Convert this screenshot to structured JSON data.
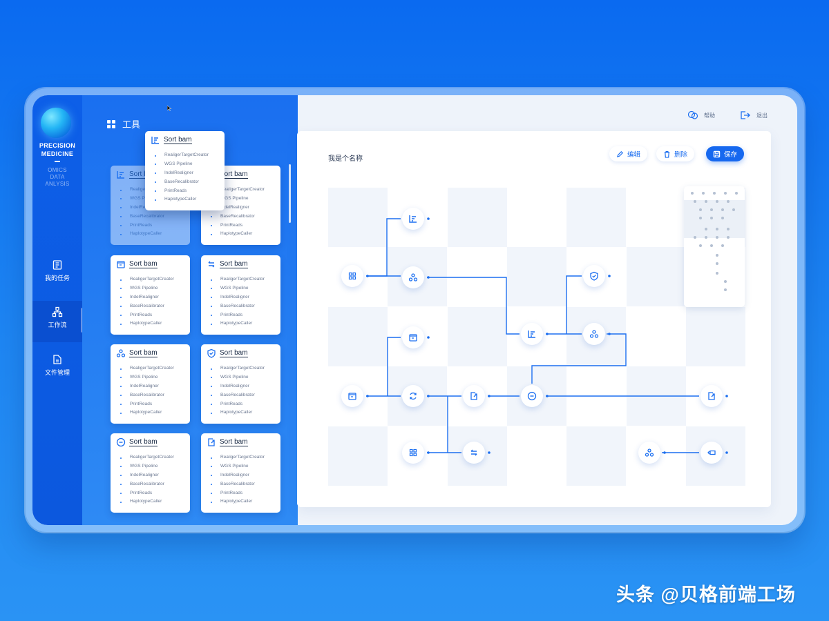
{
  "brand": {
    "title_line1": "PRECISION",
    "title_line2": "MEDICINE",
    "sub_line1": "OMICS",
    "sub_line2": "DATA",
    "sub_line3": "ANLYSIS"
  },
  "nav": {
    "items": [
      {
        "label": "我的任务",
        "icon": "task-icon",
        "active": false
      },
      {
        "label": "工作流",
        "icon": "workflow-icon",
        "active": true
      },
      {
        "label": "文件管理",
        "icon": "file-icon",
        "active": false
      }
    ]
  },
  "tools": {
    "title": "工具",
    "card_title": "Sort bam",
    "steps": [
      "RealigerTargetCreator",
      "WGS Pipeline",
      "IndelRealigner",
      "BaseRecalibrator",
      "PrintReads",
      "HaplotypeCaller"
    ]
  },
  "header": {
    "help_label": "帮助",
    "logout_label": "退出"
  },
  "canvas": {
    "name": "我是个名称",
    "edit_label": "编辑",
    "delete_label": "删除",
    "save_label": "保存"
  },
  "watermark": "头条 @贝格前端工场",
  "colors": {
    "accent": "#1668ef",
    "nav_bg": "#0d5fe8",
    "panel_bg": "#1a6ff0",
    "canvas_bg": "#ffffff",
    "wire": "#1c6ff0"
  }
}
